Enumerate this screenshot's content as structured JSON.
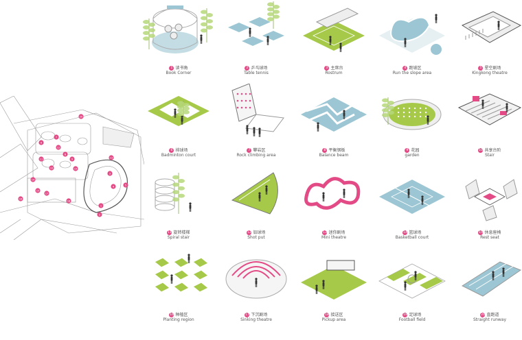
{
  "colors": {
    "green": "#a6c94a",
    "blue": "#9cc6d3",
    "pink": "#e34b86",
    "gray": "#bfbfbf",
    "tree": "#b6d77a"
  },
  "siteplan": {
    "markers": [
      "1",
      "2",
      "3",
      "4",
      "5",
      "6",
      "7",
      "8",
      "9",
      "10",
      "11",
      "12",
      "13",
      "14",
      "15",
      "16",
      "17",
      "18",
      "19",
      "20"
    ]
  },
  "items": [
    {
      "num": "1",
      "cn": "读书角",
      "en": "Book Corner",
      "icon": "book-corner-icon"
    },
    {
      "num": "2",
      "cn": "乒乓球场",
      "en": "Table tennis",
      "icon": "table-tennis-icon"
    },
    {
      "num": "3",
      "cn": "主席台",
      "en": "Rostrum",
      "icon": "rostrum-icon"
    },
    {
      "num": "4",
      "cn": "跑坡区",
      "en": "Run the slope area",
      "icon": "slope-area-icon"
    },
    {
      "num": "5",
      "cn": "星空剧场",
      "en": "Kingkong theatre",
      "icon": "theatre-icon"
    },
    {
      "num": "6",
      "cn": "排球场",
      "en": "Badminton court",
      "icon": "badminton-court-icon"
    },
    {
      "num": "7",
      "cn": "攀岩区",
      "en": "Rock climbing area",
      "icon": "rock-climbing-icon"
    },
    {
      "num": "8",
      "cn": "平衡钢板",
      "en": "Balance beam",
      "icon": "balance-beam-icon"
    },
    {
      "num": "9",
      "cn": "花园",
      "en": "garden",
      "icon": "garden-icon"
    },
    {
      "num": "10",
      "cn": "共享台阶",
      "en": "Stair",
      "icon": "stair-icon"
    },
    {
      "num": "11",
      "cn": "旋转楼梯",
      "en": "Spiral stair",
      "icon": "spiral-stair-icon"
    },
    {
      "num": "12",
      "cn": "铅球场",
      "en": "Shot put",
      "icon": "shot-put-icon"
    },
    {
      "num": "13",
      "cn": "迷你剧场",
      "en": "Mini theatre",
      "icon": "mini-theatre-icon"
    },
    {
      "num": "14",
      "cn": "篮球场",
      "en": "Basketball court",
      "icon": "basketball-court-icon"
    },
    {
      "num": "15",
      "cn": "休息座椅",
      "en": "Rest seat",
      "icon": "rest-seat-icon"
    },
    {
      "num": "16",
      "cn": "种植区",
      "en": "Planting region",
      "icon": "planting-region-icon"
    },
    {
      "num": "17",
      "cn": "下沉剧场",
      "en": "Sinking theatre",
      "icon": "sinking-theatre-icon"
    },
    {
      "num": "18",
      "cn": "接送区",
      "en": "Pickup area",
      "icon": "pickup-area-icon"
    },
    {
      "num": "19",
      "cn": "足球场",
      "en": "Football field",
      "icon": "football-field-icon"
    },
    {
      "num": "20",
      "cn": "直跑道",
      "en": "Straight runway",
      "icon": "straight-runway-icon"
    }
  ]
}
